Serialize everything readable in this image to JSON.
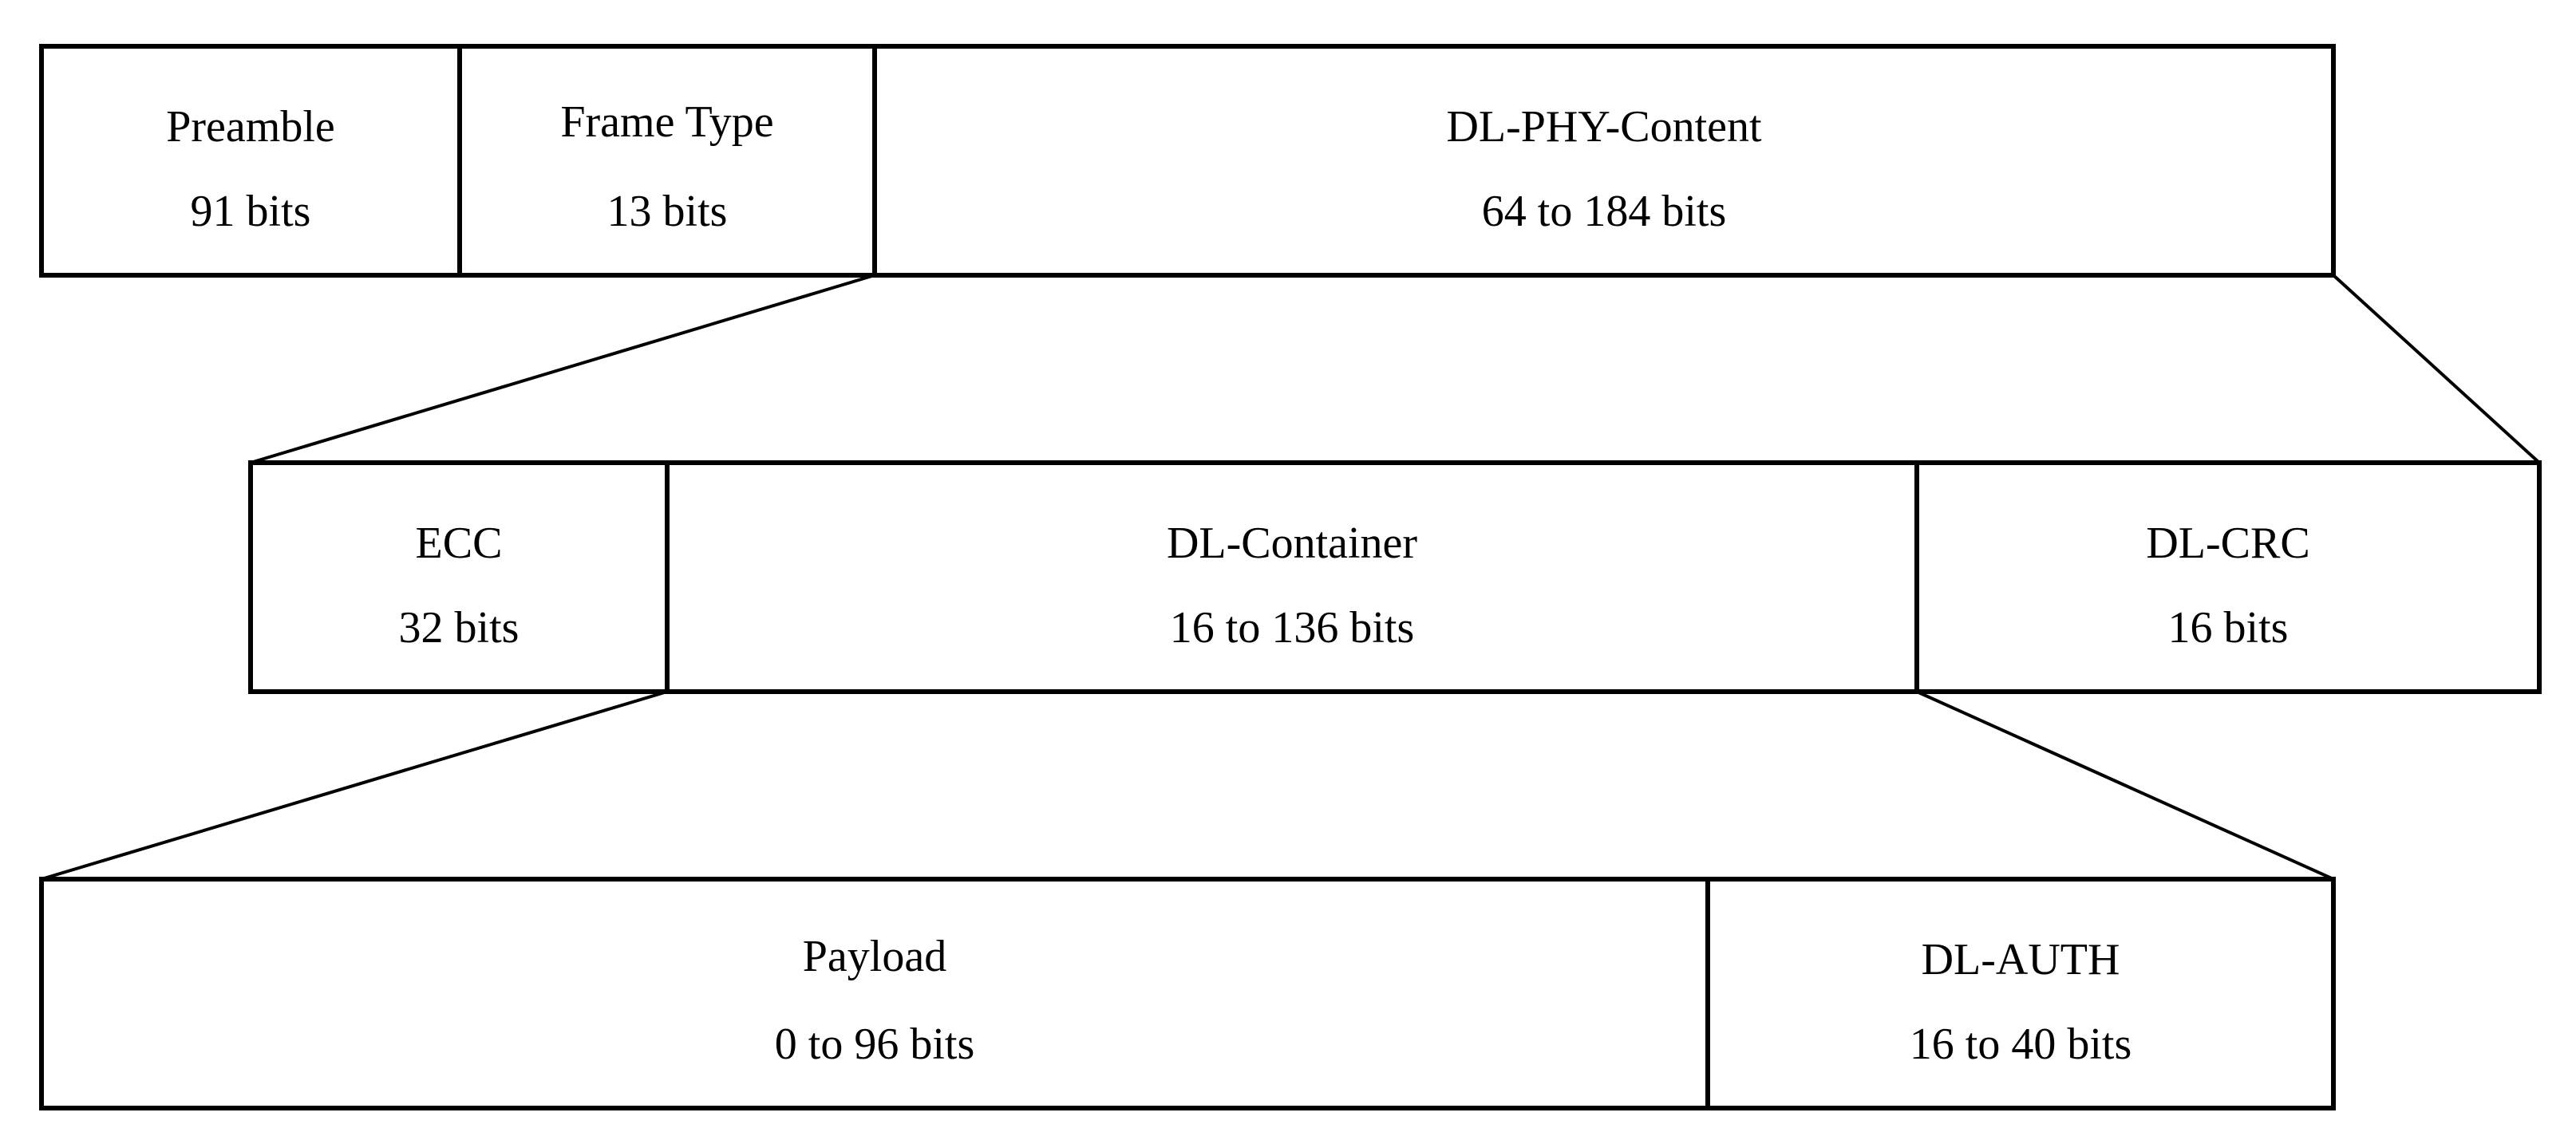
{
  "rows": [
    {
      "fields": [
        {
          "name": "Preamble",
          "size": "91 bits"
        },
        {
          "name": "Frame Type",
          "size": "13 bits"
        },
        {
          "name": "DL-PHY-Content",
          "size": "64 to 184 bits"
        }
      ]
    },
    {
      "fields": [
        {
          "name": "ECC",
          "size": "32 bits"
        },
        {
          "name": "DL-Container",
          "size": "16 to 136 bits"
        },
        {
          "name": "DL-CRC",
          "size": "16 bits"
        }
      ]
    },
    {
      "fields": [
        {
          "name": "Payload",
          "size": "0 to 96 bits"
        },
        {
          "name": "DL-AUTH",
          "size": "16 to 40 bits"
        }
      ]
    }
  ]
}
